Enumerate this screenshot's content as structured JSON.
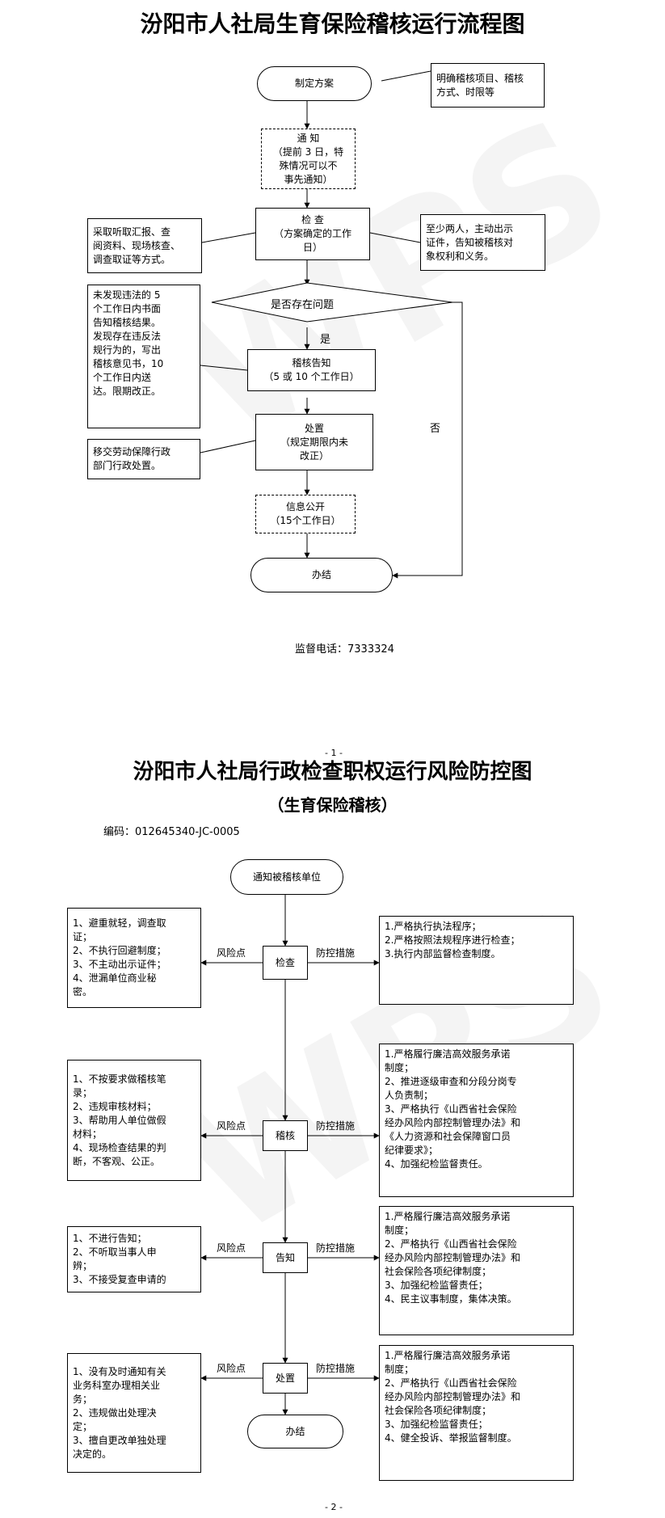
{
  "page1": {
    "title": "汾阳市人社局生育保险稽核运行流程图",
    "nodes": {
      "plan": "制定方案",
      "plan_note": "明确稽核项目、稽核\n方式、时限等",
      "notice": "通    知\n（提前 3 日，特\n殊情况可以不\n事先通知）",
      "check": "检    查\n（方案确定的工作\n日）",
      "check_left": "采取听取汇报、查\n阅资料、现场核查、\n调查取证等方式。",
      "check_right": "至少两人，主动出示\n证件，告知被稽核对\n象权利和义务。",
      "decision": "是否存在问题",
      "yes": "是",
      "no": "否",
      "result_left": "未发现违法的 5\n个工作日内书面\n告知稽核结果。\n发现存在违反法\n规行为的，写出\n稽核意见书，10\n个工作日内送\n达。限期改正。",
      "inform": "稽核告知\n（5 或 10 个工作日）",
      "handle": "处置\n（规定期限内未\n改正）",
      "handle_left": "移交劳动保障行政\n部门行政处置。",
      "publish": "信息公开\n（15个工作日）",
      "end": "办结"
    },
    "phone": "监督电话：7333324",
    "page_num": "- 1 -"
  },
  "page2": {
    "title": "汾阳市人社局行政检查职权运行风险防控图",
    "subtitle": "（生育保险稽核）",
    "code": "编码：012645340-JC-0005",
    "start": "通知被稽核单位",
    "end": "办结",
    "risk_label": "风险点",
    "control_label": "防控措施",
    "stages": [
      {
        "name": "检查",
        "risk": "1、避重就轻，调查取\n证；\n2、不执行回避制度；\n3、不主动出示证件；\n4、泄漏单位商业秘\n密。",
        "control": "1.严格执行执法程序；\n2.严格按照法规程序进行检查；\n3.执行内部监督检查制度。"
      },
      {
        "name": "稽核",
        "risk": "1、不按要求做稽核笔\n录；\n2、违规审核材料；\n3、帮助用人单位做假\n材料；\n4、现场检查结果的判\n断，不客观、公正。",
        "control": "1.严格履行廉洁高效服务承诺\n制度；\n2、推进逐级审查和分段分岗专\n人负责制；\n3、严格执行《山西省社会保险\n经办风险内部控制管理办法》和\n《人力资源和社会保障窗口员\n纪律要求》；\n4、加强纪检监督责任。"
      },
      {
        "name": "告知",
        "risk": "1、不进行告知；\n2、不听取当事人申\n辨；\n3、不接受复查申请的",
        "control": "1.严格履行廉洁高效服务承诺\n制度；\n2、严格执行《山西省社会保险\n经办风险内部控制管理办法》和\n社会保险各项纪律制度；\n3、加强纪检监督责任；\n4、民主议事制度，集体决策。"
      },
      {
        "name": "处置",
        "risk": "1、没有及时通知有关\n业务科室办理相关业\n务；\n2、违规做出处理决\n定；\n3、擅自更改单独处理\n决定的。",
        "control": "1.严格履行廉洁高效服务承诺\n制度；\n2、严格执行《山西省社会保险\n经办风险内部控制管理办法》和\n社会保险各项纪律制度；\n3、加强纪检监督责任；\n4、健全投诉、举报监督制度。"
      }
    ],
    "page_num": "- 2 -"
  },
  "watermark": "WPS"
}
